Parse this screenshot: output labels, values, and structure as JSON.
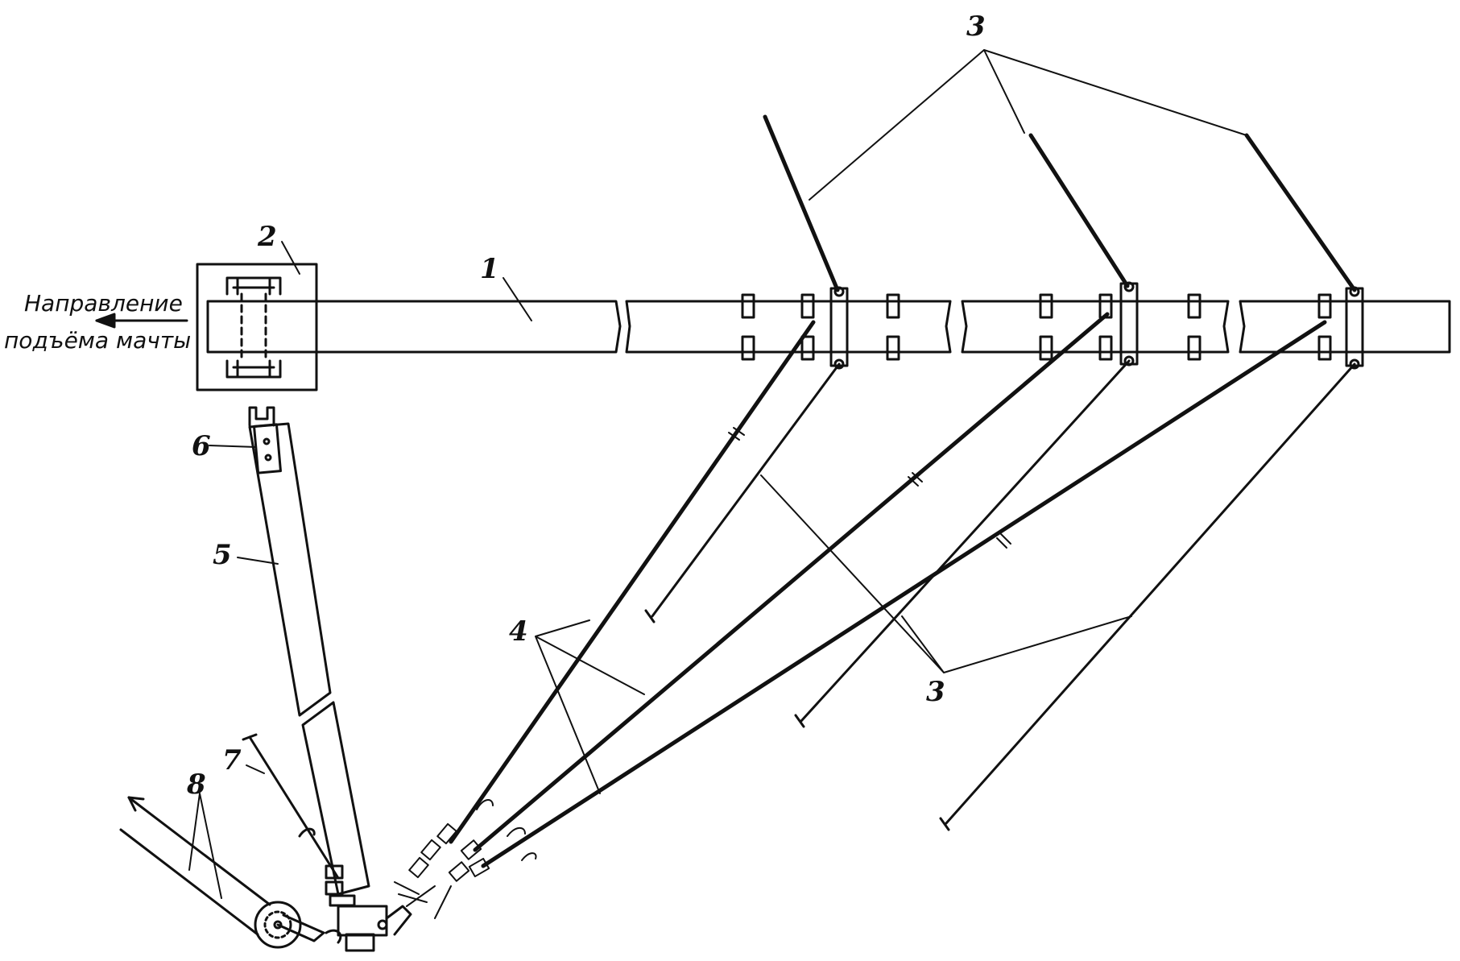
{
  "caption": {
    "line1": "Направление",
    "line2": "подъёма мачты"
  },
  "labels": {
    "l1": "1",
    "l2": "2",
    "l3_top": "3",
    "l3_bottom": "3",
    "l4": "4",
    "l5": "5",
    "l6": "6",
    "l7": "7",
    "l8": "8"
  }
}
